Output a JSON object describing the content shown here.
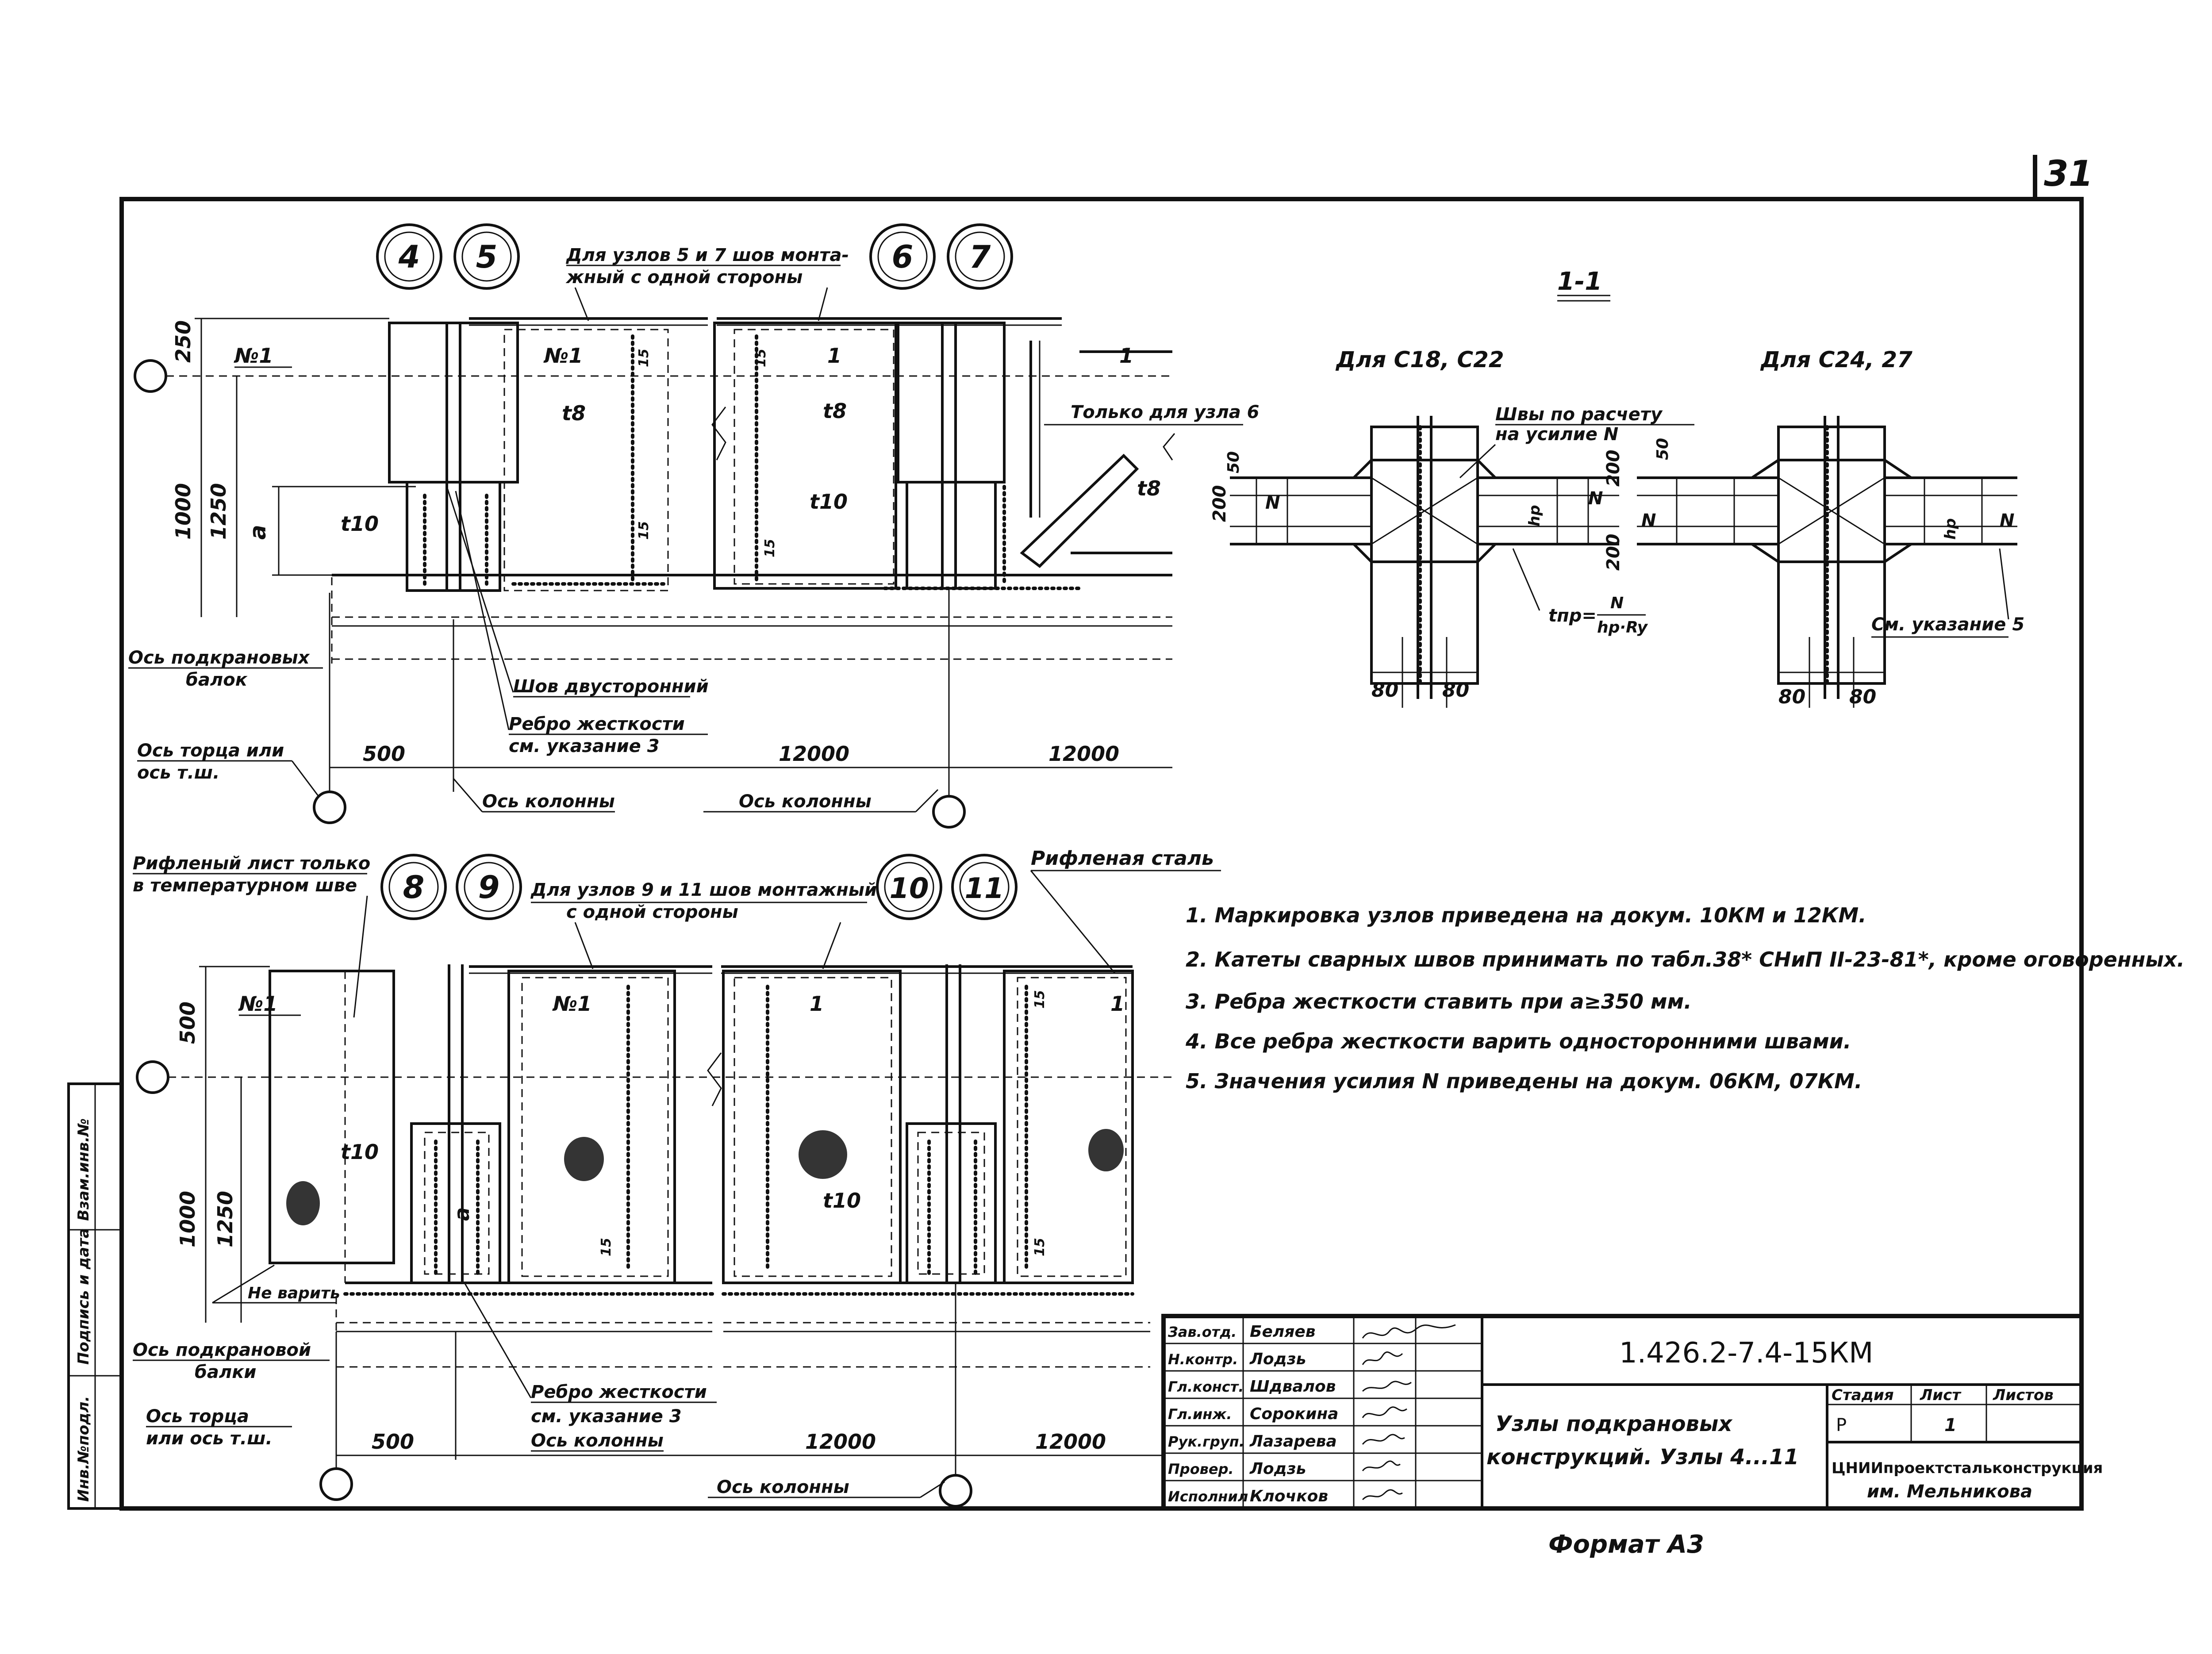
{
  "page_number": "31",
  "format_label": "Формат А3",
  "side_stamp": [
    "Инв.№подл.",
    "Подпись и дата",
    "Взам.инв.№"
  ],
  "node_circles_top": [
    "4",
    "5",
    "6",
    "7"
  ],
  "node_circles_bottom": [
    "8",
    "9",
    "10",
    "11"
  ],
  "section_title": "1-1",
  "section_variant_a": "Для С18, С22",
  "section_variant_b": "Для С24, 27",
  "section_labels": {
    "welds_by_calc_1": "Швы по расчету",
    "welds_by_calc_2": "на усилие N",
    "formula_lhs": "tпр=",
    "formula_num": "N",
    "formula_den": "hр·Ry",
    "see_note5": "См. указание 5",
    "dim_50": "50",
    "dim_200": "200",
    "dim_80": "80",
    "n": "N",
    "hp": "hр"
  },
  "top_labels": {
    "note_nodes_5_7_1": "Для узлов 5 и 7 шов монта-",
    "note_nodes_5_7_2": "жный с одной стороны",
    "only_node6": "Только для узла 6",
    "axis_crane_beams_1": "Ось подкрановых",
    "axis_crane_beams_2": "балок",
    "weld_two_sided": "Шов двусторонний",
    "rib_1": "Ребро жесткости",
    "rib_2": "см. указание 3",
    "axis_end_1": "Ось торца или",
    "axis_end_2": "ось т.ш.",
    "axis_column": "Ось колонны",
    "dim_250": "250",
    "dim_1000": "1000",
    "dim_1250": "1250",
    "dim_500": "500",
    "dim_12000": "12000",
    "a": "a",
    "t8": "t8",
    "t10": "t10",
    "no1": "№1",
    "one": "1",
    "fifteen": "15"
  },
  "bottom_labels": {
    "corrugated_sheet_1": "Рифленый лист только",
    "corrugated_sheet_2": "в температурном шве",
    "note_nodes_9_11_1": "Для узлов 9 и 11 шов монтажный",
    "note_nodes_9_11_2": "с одной стороны",
    "corrugated_steel": "Рифленая сталь",
    "no_weld": "Не варить",
    "axis_crane_beam_1": "Ось подкрановой",
    "axis_crane_beam_2": "балки",
    "axis_end_1": "Ось торца",
    "axis_end_2": "или ось т.ш.",
    "rib_1": "Ребро жесткости",
    "rib_2": "см. указание 3",
    "axis_column": "Ось колонны",
    "dim_500": "500",
    "dim_1000": "1000",
    "dim_1250": "1250",
    "dim_12000": "12000",
    "t10": "t10",
    "a": "a",
    "no1": "№1",
    "one": "1",
    "fifteen": "15"
  },
  "notes": [
    "1. Маркировка узлов приведена на докум. 10КМ и 12КМ.",
    "2. Катеты сварных швов принимать по табл.38* СНиП II-23-81*, кроме оговоренных.",
    "3. Ребра жесткости ставить при a≥350 мм.",
    "4. Все ребра жесткости варить односторонними швами.",
    "5. Значения усилия N приведены на докум. 06КМ, 07КМ."
  ],
  "title_block": {
    "doc_code": "1.426.2-7.4-15КМ",
    "title_1": "Узлы подкрановых",
    "title_2": "конструкций. Узлы 4...11",
    "stage_header": "Стадия",
    "sheet_header": "Лист",
    "sheets_header": "Листов",
    "stage": "Р",
    "sheet": "1",
    "sheets": "",
    "org_1": "ЦНИИпроектстальконструкция",
    "org_2": "им. Мельникова",
    "roles": [
      {
        "role": "Зав.отд.",
        "name": "Беляев"
      },
      {
        "role": "Н.контр.",
        "name": "Лодзь"
      },
      {
        "role": "Гл.конст.",
        "name": "Шдвалов"
      },
      {
        "role": "Гл.инж.",
        "name": "Сорокина"
      },
      {
        "role": "Рук.груп.",
        "name": "Лазарева"
      },
      {
        "role": "Провер.",
        "name": "Лодзь"
      },
      {
        "role": "Исполнил",
        "name": "Клочков"
      }
    ]
  }
}
